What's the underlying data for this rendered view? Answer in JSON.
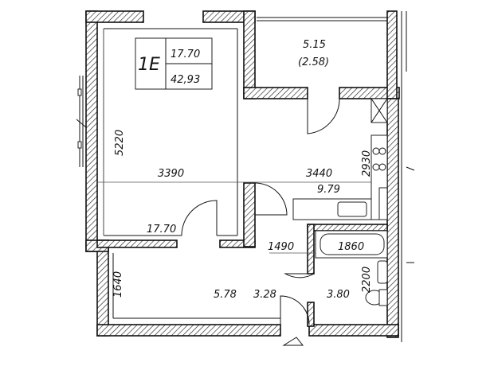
{
  "apartment": {
    "code": "1E",
    "living_area": "17.70",
    "total_area": "42,93"
  },
  "rooms": {
    "room": {
      "area": "17.70",
      "width": "3390",
      "length": "5220"
    },
    "balcony": {
      "area": "5.15",
      "reduced_area": "(2.58)"
    },
    "kitchen": {
      "area": "9.79",
      "width": "3440",
      "depth": "2930"
    },
    "hall": {
      "area": "5.78",
      "height": "1640"
    },
    "corridor": {
      "area": "3.28",
      "width": "1490"
    },
    "bathroom": {
      "area": "3.80",
      "width": "1860",
      "depth": "2200"
    }
  },
  "icons": [
    "entrance-arrow-icon",
    "door-swing-icon",
    "bathtub-icon",
    "toilet-icon",
    "sink-icon",
    "stove-icon"
  ]
}
